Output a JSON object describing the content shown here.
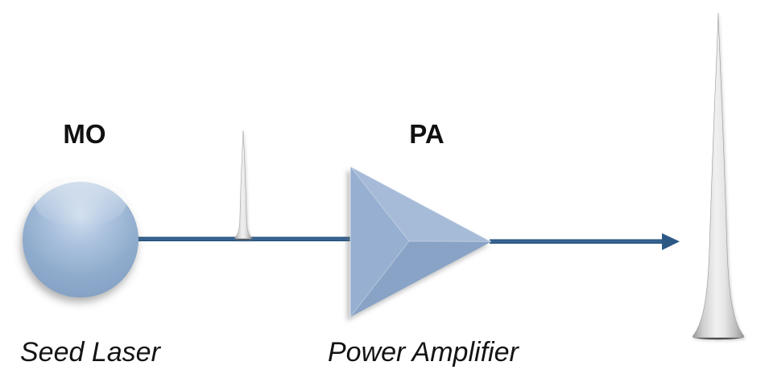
{
  "diagram": {
    "mo": {
      "label": "MO",
      "caption": "Seed Laser"
    },
    "pa": {
      "label": "PA",
      "caption": "Power Amplifier"
    },
    "colors": {
      "beam": "#2b5884",
      "component_fill": "#8fabcd",
      "pulse_fill": "#d9d9d9",
      "text": "#111111",
      "background": "#ffffff"
    }
  }
}
